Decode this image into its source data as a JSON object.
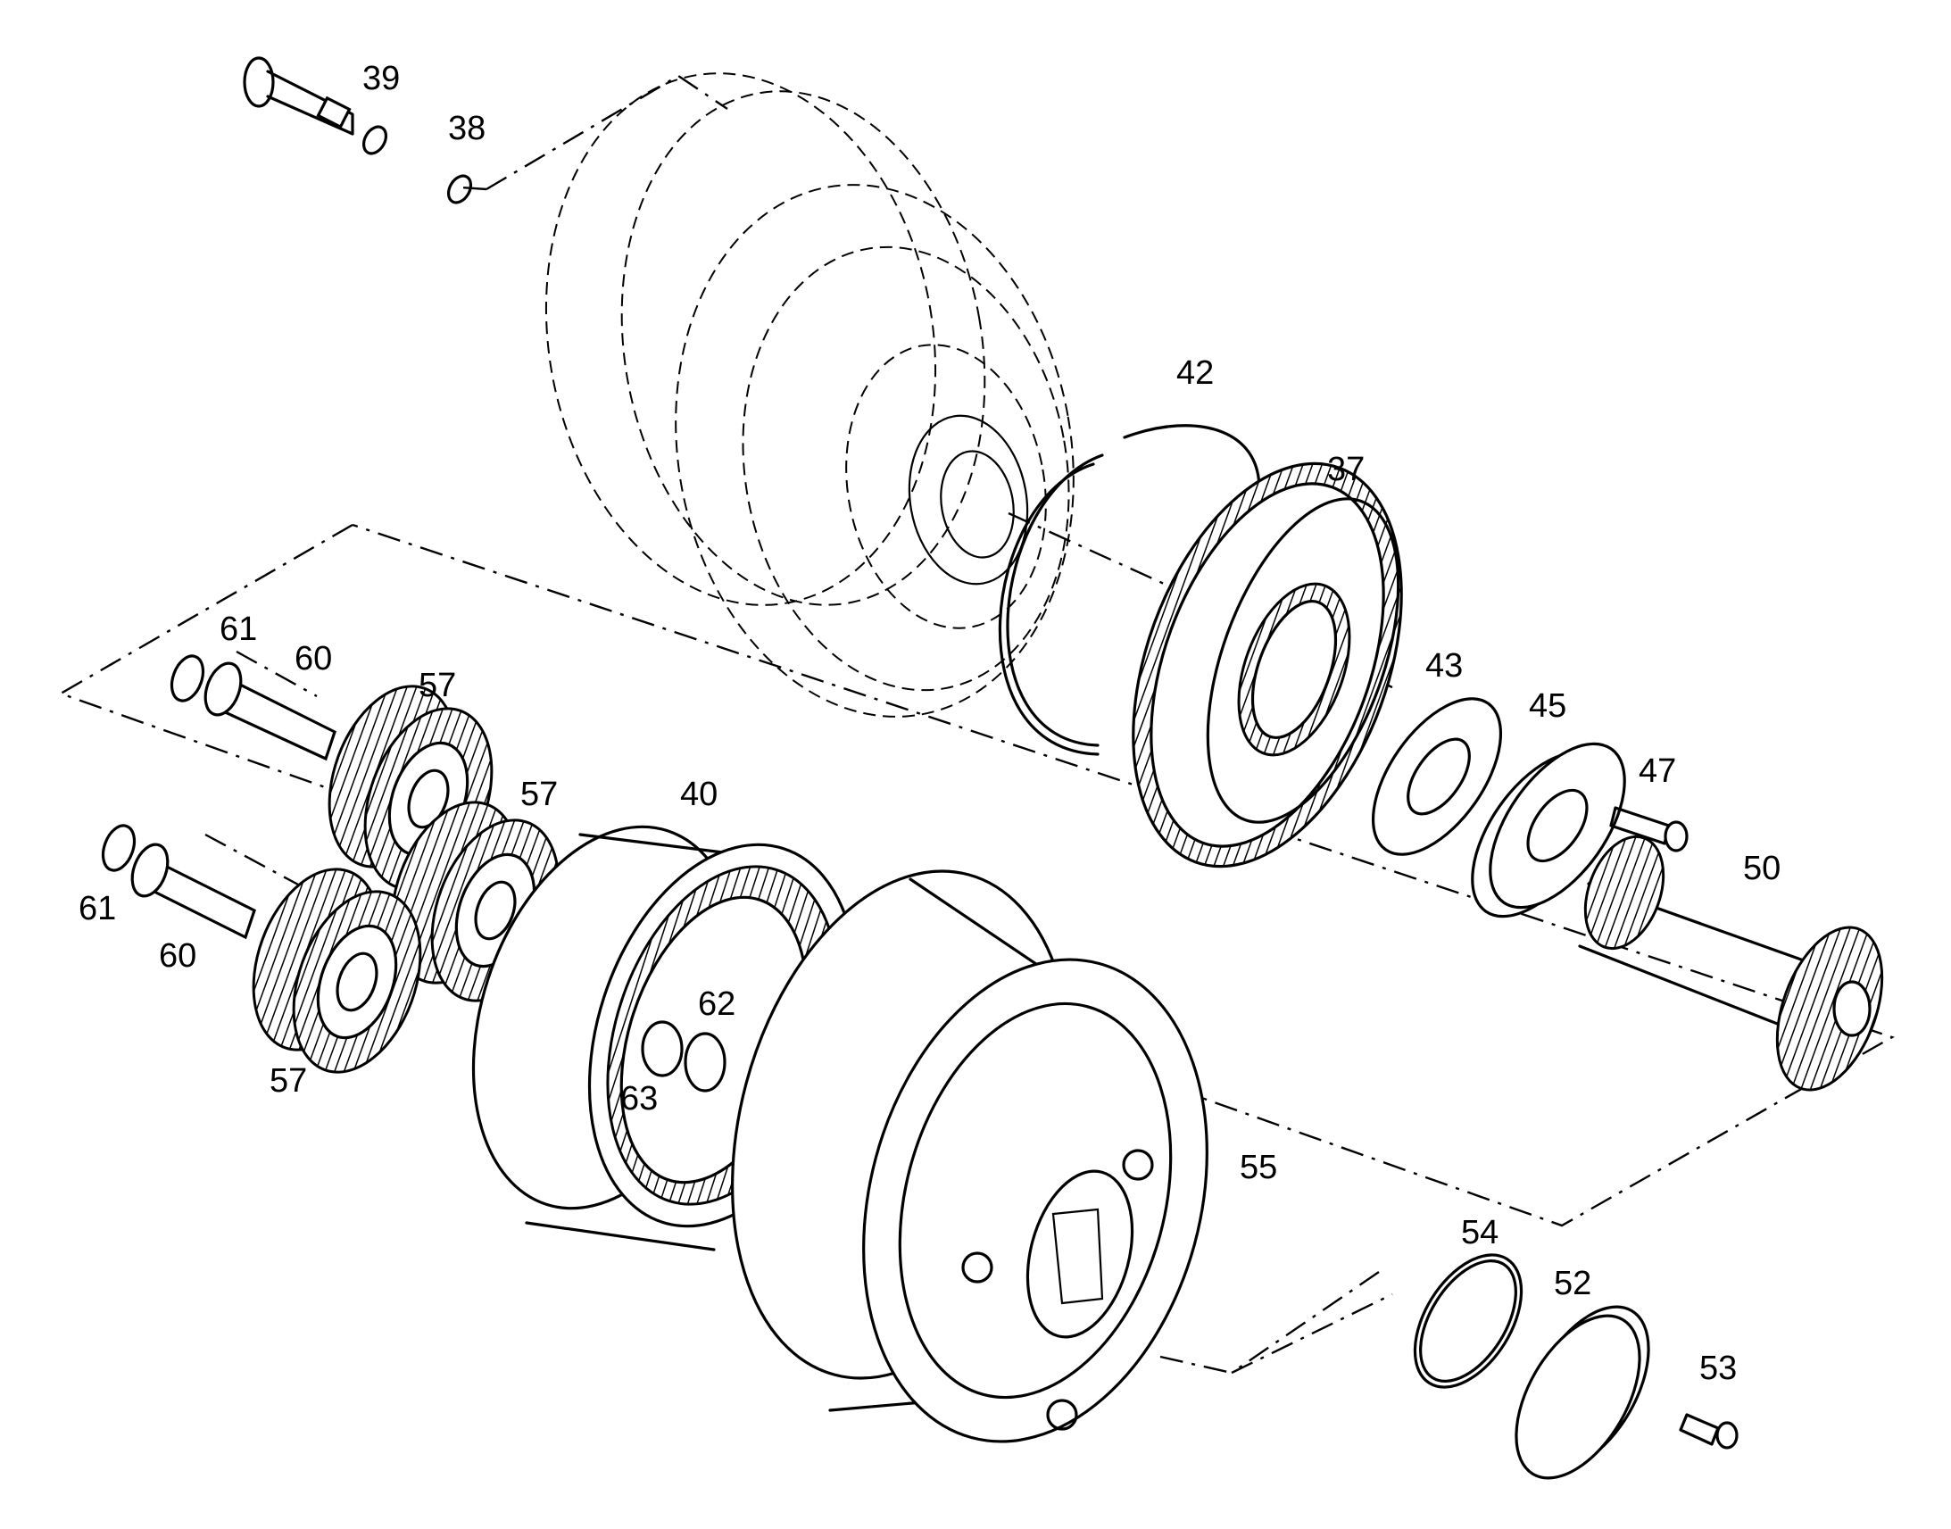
{
  "diagram": {
    "callouts": [
      {
        "id": "39",
        "text": "39"
      },
      {
        "id": "38",
        "text": "38"
      },
      {
        "id": "42",
        "text": "42"
      },
      {
        "id": "37",
        "text": "37"
      },
      {
        "id": "43",
        "text": "43"
      },
      {
        "id": "45",
        "text": "45"
      },
      {
        "id": "47",
        "text": "47"
      },
      {
        "id": "50",
        "text": "50"
      },
      {
        "id": "61a",
        "text": "61"
      },
      {
        "id": "60a",
        "text": "60"
      },
      {
        "id": "57a",
        "text": "57"
      },
      {
        "id": "57b",
        "text": "57"
      },
      {
        "id": "40",
        "text": "40"
      },
      {
        "id": "61b",
        "text": "61"
      },
      {
        "id": "60b",
        "text": "60"
      },
      {
        "id": "62",
        "text": "62"
      },
      {
        "id": "63",
        "text": "63"
      },
      {
        "id": "57c",
        "text": "57"
      },
      {
        "id": "55",
        "text": "55"
      },
      {
        "id": "54",
        "text": "54"
      },
      {
        "id": "52",
        "text": "52"
      },
      {
        "id": "53",
        "text": "53"
      }
    ]
  }
}
